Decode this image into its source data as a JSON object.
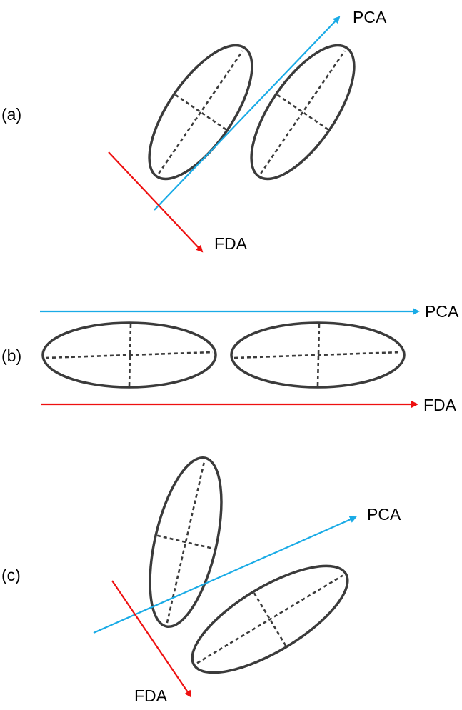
{
  "panels": {
    "a": {
      "label": "(a)",
      "pca_label": "PCA",
      "fda_label": "FDA"
    },
    "b": {
      "label": "(b)",
      "pca_label": "PCA",
      "fda_label": "FDA"
    },
    "c": {
      "label": "(c)",
      "pca_label": "PCA",
      "fda_label": "FDA"
    }
  },
  "colors": {
    "pca": "#1aabe6",
    "fda": "#ee1010",
    "ellipse": "#3b3b3b"
  }
}
